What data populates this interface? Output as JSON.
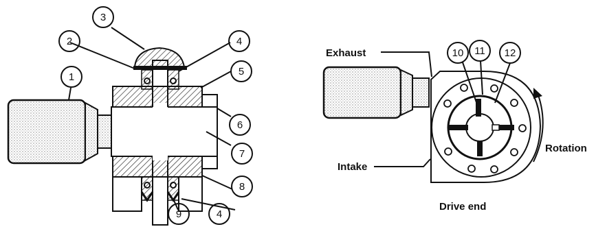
{
  "callouts": [
    "1",
    "2",
    "3",
    "4",
    "5",
    "6",
    "7",
    "8",
    "9",
    "4",
    "10",
    "11",
    "12"
  ],
  "labels": {
    "exhaust": "Exhaust",
    "intake": "Intake",
    "rotation": "Rotation",
    "drive_end": "Drive end"
  }
}
